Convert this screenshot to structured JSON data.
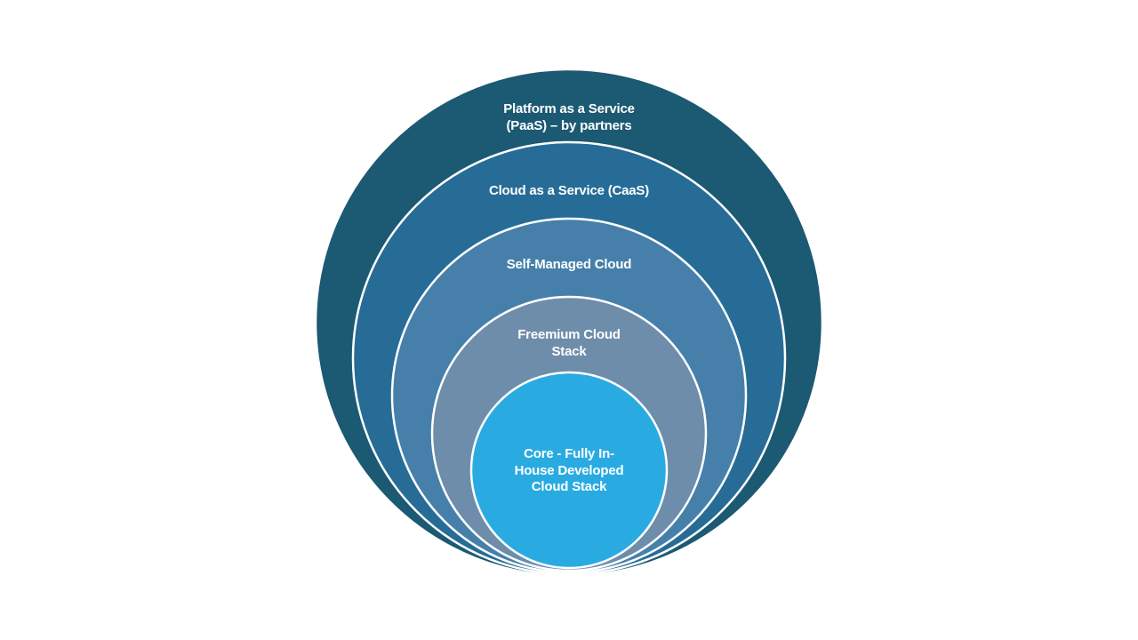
{
  "diagram": {
    "type": "nested-circles",
    "background": "#ffffff",
    "stroke_color": "#ffffff",
    "text_color": "#ffffff",
    "layers": [
      {
        "name": "paas",
        "label": "Platform as a Service\n(PaaS) – by partners",
        "color": "#1C5972"
      },
      {
        "name": "caas",
        "label": "Cloud as a Service (CaaS)",
        "color": "#266C96"
      },
      {
        "name": "self-managed",
        "label": "Self-Managed Cloud",
        "color": "#4680AA"
      },
      {
        "name": "freemium",
        "label": "Freemium Cloud\nStack",
        "color": "#6E8DAA"
      },
      {
        "name": "core",
        "label": "Core - Fully In-\nHouse Developed\nCloud Stack",
        "color": "#29ABE2"
      }
    ]
  }
}
